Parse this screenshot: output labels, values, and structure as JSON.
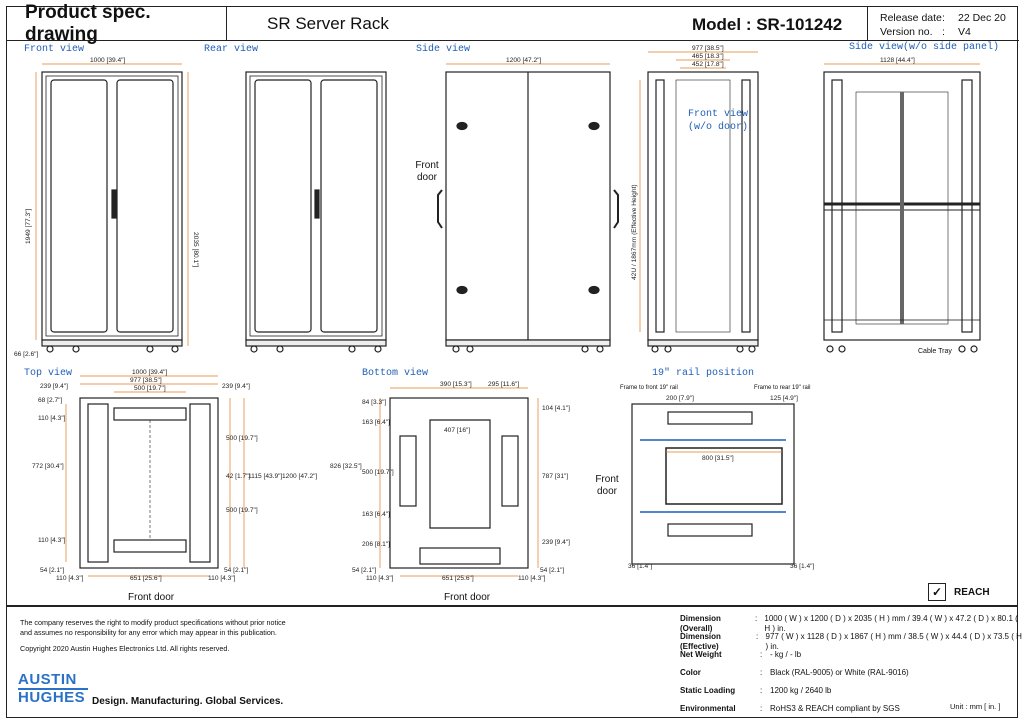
{
  "header": {
    "doc_title": "Product spec. drawing",
    "product": "SR Server Rack",
    "model": "Model : SR-101242",
    "release_label": "Release date",
    "release_value": "22 Dec 20",
    "version_label": "Version no.",
    "version_value": "V4",
    "colon": ":"
  },
  "views": {
    "front": "Front view",
    "rear": "Rear view",
    "side": "Side view",
    "side_no_panel": "Side view(w/o side panel)",
    "front_no_door": "Front view (w/o door)",
    "top": "Top view",
    "bottom": "Bottom view",
    "rail": "19\" rail position"
  },
  "notes": {
    "front_door_side": "Front door",
    "front_door_top": "Front door",
    "front_door_bottom": "Front door",
    "front_door_rail": "Front door",
    "cable_tray": "Cable Tray",
    "frame_front_rail": "Frame to front 19\" rail",
    "frame_rear_rail": "Frame to rear 19\" rail"
  },
  "dims": {
    "front_w": "1000 [39.4\"]",
    "front_h": "1949 [77.3\"]",
    "front_h2": "2035 [80.1\"]",
    "front_foot": "66 [2.6\"]",
    "side_d": "1200 [47.2\"]",
    "fnd_w1": "977 [38.5\"]",
    "fnd_w2": "465 [18.3\"]",
    "fnd_w3": "452 [17.8\"]",
    "fnd_h": "42U / 1867mm (Effective Height)",
    "snp_d": "1128 [44.4\"]",
    "top_w1": "1000 [39.4\"]",
    "top_w2": "977 [38.5\"]",
    "top_w3": "500 [19.7\"]",
    "top_l": "239 [9.4\"]",
    "top_r": "239 [9.4\"]",
    "top_a": "68 [2.7\"]",
    "top_b": "110 [4.3\"]",
    "top_c": "772 [30.4\"]",
    "top_d": "110 [4.3\"]",
    "top_e": "500 [19.7\"]",
    "top_f": "42 [1.7\"]",
    "top_g": "500 [19.7\"]",
    "top_h": "1115 [43.9\"]",
    "top_i": "1200 [47.2\"]",
    "top_j": "54 [2.1\"]",
    "top_k": "54 [2.1\"]",
    "top_m": "110 [4.3\"]",
    "top_n": "651 [25.6\"]",
    "top_o": "110 [4.3\"]",
    "bot_a": "390 [15.3\"]",
    "bot_b": "295 [11.6\"]",
    "bot_c": "84 [3.3\"]",
    "bot_d": "104 [4.1\"]",
    "bot_e": "163 [6.4\"]",
    "bot_f": "407 [16\"]",
    "bot_g": "826 [32.5\"]",
    "bot_h": "500 [19.7\"]",
    "bot_i": "787 [31\"]",
    "bot_j": "163 [6.4\"]",
    "bot_k": "206 [8.1\"]",
    "bot_l": "239 [9.4\"]",
    "bot_m": "54 [2.1\"]",
    "bot_n": "54 [2.1\"]",
    "bot_o": "110 [4.3\"]",
    "bot_p": "651 [25.6\"]",
    "bot_q": "110 [4.3\"]",
    "rail_a": "200 [7.9\"]",
    "rail_b": "125 [4.9\"]",
    "rail_c": "800 [31.5\"]",
    "rail_d": "36 [1.4\"]",
    "rail_e": "36 [1.4\"]"
  },
  "footer": {
    "disclaimer1": "The company reserves the right to modify product specifications without prior notice",
    "disclaimer2": "and assumes no responsibility for any error which may appear in this publication.",
    "copyright": "Copyright 2020 Austin Hughes Electronics Ltd. All rights reserved.",
    "logo_line1": "AUSTIN",
    "logo_line2": "HUGHES",
    "slogan": "Design. Manufacturing. Global Services.",
    "reach": "REACH",
    "reach_mark": "✓",
    "unit": "Unit : mm [ in. ]"
  },
  "specs": [
    {
      "label": "Dimension (Overall)",
      "value": "1000 ( W ) x 1200 ( D ) x 2035 ( H ) mm / 39.4 ( W ) x 47.2 ( D ) x 80.1 ( H ) in."
    },
    {
      "label": "Dimension (Effective)",
      "value": "977 ( W ) x 1128 ( D ) x 1867 ( H ) mm / 38.5 ( W ) x 44.4 ( D ) x 73.5 ( H ) in."
    },
    {
      "label": "Net Weight",
      "value": "- kg / - lb"
    },
    {
      "label": "Color",
      "value": "Black (RAL-9005) or White (RAL-9016)"
    },
    {
      "label": "Static Loading",
      "value": "1200 kg / 2640 lb"
    },
    {
      "label": "Environmental",
      "value": "RoHS3 & REACH compliant by SGS"
    }
  ]
}
